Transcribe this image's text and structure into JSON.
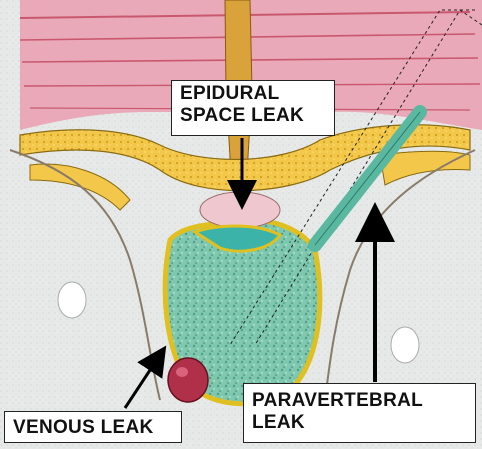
{
  "labels": {
    "epidural": {
      "line1": "EPIDURAL",
      "line2": "SPACE LEAK"
    },
    "venous": {
      "line1": "VENOUS LEAK"
    },
    "paravertebral": {
      "line1": "PARAVERTEBRAL",
      "line2": "LEAK"
    }
  },
  "colors": {
    "muscle": "#e9a9b8",
    "muscle_stripe": "#c9586f",
    "fat": "#f3c84a",
    "fat_outline": "#8a6a10",
    "bone_body": "#7fc7ae",
    "bone_outline": "#e0c020",
    "needle": "#5ab8a0",
    "tissue": "#e9ecea",
    "vein": "#b0304a",
    "contrast": "#3bb3a8"
  },
  "icons": {
    "arrow": "arrow-icon",
    "needle": "needle-icon"
  }
}
